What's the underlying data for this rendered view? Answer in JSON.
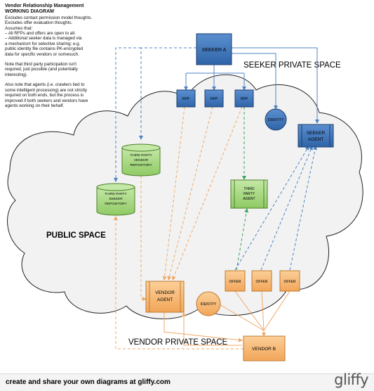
{
  "notes": {
    "title_line1": "Vendor Relationship Management",
    "title_line2": "WORKING DIAGRAM",
    "lines_a": [
      "Excludes contact permission model thoughts.",
      "Excludes offer evaluation thoughts.",
      "Assumes that:",
      "– All RFPs and offers are open to all.",
      "– Additional seeker data is managed via",
      "a mechanism for selective sharing: e.g.",
      "public identity file contains PK-encrypted",
      "data for specific vendors or somesuch."
    ],
    "lines_b": [
      "Note that third party participation isn't",
      "required, just possible (and potentially",
      "interesting)."
    ],
    "lines_c": [
      "Also note that agents (i.e. crawlers tied to",
      "some intelligent processing) are not strictly",
      "required on both ends, but the process is",
      "improved if both seekers and vendors have",
      "agents working on their behalf."
    ]
  },
  "regions": {
    "seeker_private": "SEEKER PRIVATE SPACE",
    "public": "PUBLIC SPACE",
    "vendor_private": "VENDOR PRIVATE SPACE"
  },
  "nodes": {
    "seeker_a": "SEEKER A",
    "rfp1": "RFP",
    "rfp2": "RFP",
    "rfp3": "RFP",
    "identity_seeker": "IDENTITY",
    "seeker_agent": [
      "SEEKER",
      "AGENT"
    ],
    "tp_vendor_repo": [
      "THIRD PARTY",
      "VENDOR",
      "REPOSITORY"
    ],
    "tp_seeker_repo": [
      "THIRD PARTY",
      "SEEKER",
      "REPOSITORY"
    ],
    "tp_agent": [
      "THIRD",
      "PARTY",
      "AGENT"
    ],
    "offer1": "OFFER",
    "offer2": "OFFER",
    "offer3": "OFFER",
    "vendor_agent": [
      "VENDOR",
      "AGENT"
    ],
    "identity_vendor": "IDENTITY",
    "vendor_b": "VENDOR B"
  },
  "colors": {
    "blue_fill": "#3a72b8",
    "blue_stroke": "#1d3f6e",
    "green_fill": "#a6d683",
    "green_stroke": "#4d7f2a",
    "orange_fill": "#f6b673",
    "orange_stroke": "#bf7a2f",
    "cloud_fill": "#f2f2f2",
    "blue_line": "#4f84c4",
    "orange_line": "#f0a866",
    "green_line": "#3aa65a"
  },
  "footer": {
    "text": "create and share your own diagrams at gliffy.com",
    "logo": "gliffy"
  }
}
